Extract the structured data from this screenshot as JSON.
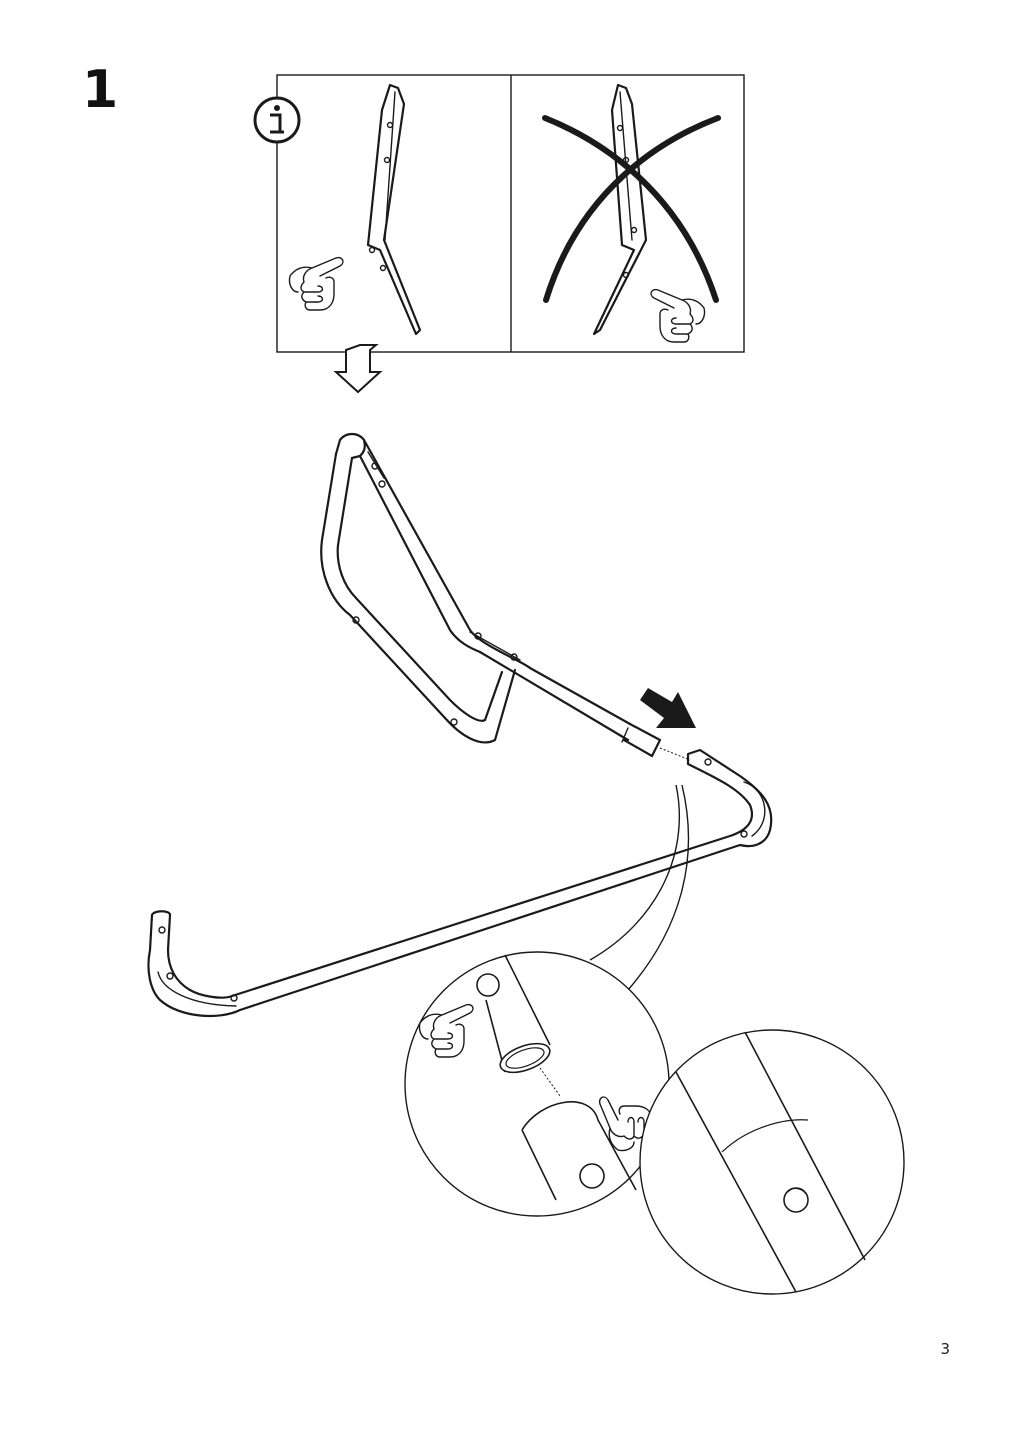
{
  "step": {
    "number": "1"
  },
  "page": {
    "number": "3"
  },
  "info_box": {
    "info_icon": "info-icon",
    "correct_panel": "correct-orientation",
    "incorrect_panel": "incorrect-orientation",
    "cross_icon": "cross-icon"
  },
  "icons": {
    "hand": "hand-pointing-icon",
    "arrow_down": "hollow-arrow-down-icon",
    "push_arrow": "solid-arrow-icon"
  }
}
